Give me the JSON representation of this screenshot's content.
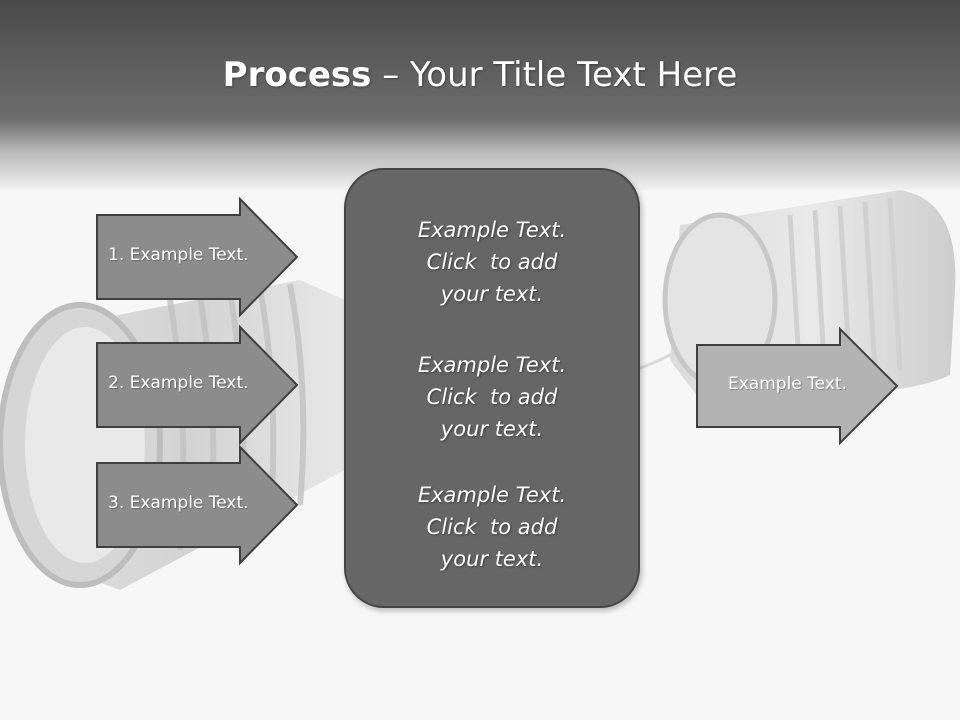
{
  "slide": {
    "title_bold": "Process",
    "title_separator": " – ",
    "title_rest": "Your Title Text Here"
  },
  "left_arrows": [
    {
      "label": "1. Example Text."
    },
    {
      "label": "2. Example Text."
    },
    {
      "label": "3. Example Text."
    }
  ],
  "center_box": {
    "blocks": [
      "Example Text.\nClick  to add\nyour text.",
      "Example Text.\nClick  to add\nyour text.",
      "Example Text.\nClick  to add\nyour text."
    ]
  },
  "right_arrow": {
    "label": "Example Text."
  },
  "colors": {
    "title_band": "#4a4a4a",
    "arrow_fill": "#8c8c8c",
    "arrow_fill_right": "#b3b3b3",
    "arrow_stroke": "#3f3f3f",
    "center_box_fill": "#666666"
  },
  "icons": {
    "background": "tin-can-telephone-photo"
  }
}
